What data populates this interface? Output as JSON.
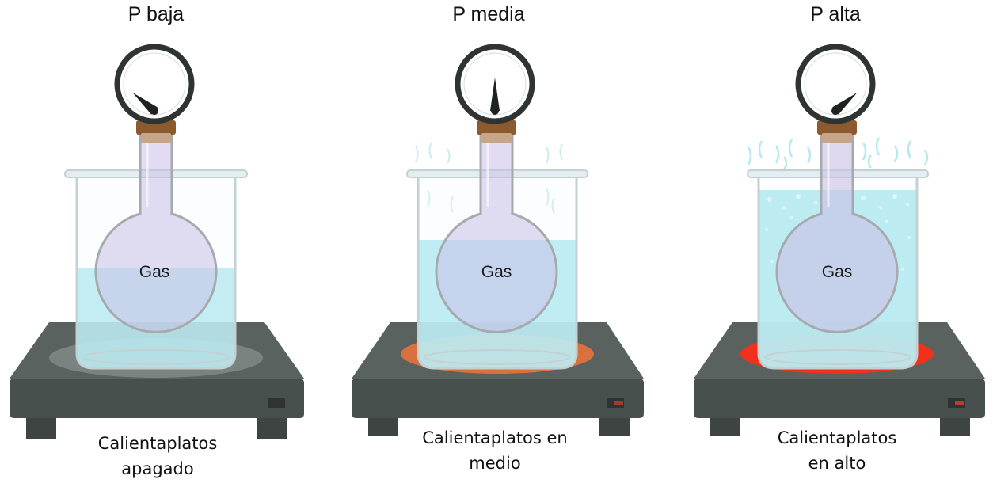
{
  "colors": {
    "water": "#a8e6ee",
    "gas": "#c9bfe6",
    "hotplate_top": "#59625f",
    "hotplate_front": "#47504d",
    "burner_medium": "#d9713f",
    "burner_high": "#f2311c",
    "gauge_face": "#ffffff",
    "gauge_rim": "#2f3433",
    "stopper": "#8c5a2f"
  },
  "panels": [
    {
      "title": "P baja",
      "gas_label": "Gas",
      "caption_line1": "Calientaplatos",
      "caption_line2": "apagado",
      "heat_level": "off",
      "needle_angle_deg": -50
    },
    {
      "title": "P media",
      "gas_label": "Gas",
      "caption_line1": "Calientaplatos en",
      "caption_line2": "medio",
      "heat_level": "medium",
      "needle_angle_deg": 0
    },
    {
      "title": "P alta",
      "gas_label": "Gas",
      "caption_line1": "Calientaplatos",
      "caption_line2": "en alto",
      "heat_level": "high",
      "needle_angle_deg": 50
    }
  ]
}
